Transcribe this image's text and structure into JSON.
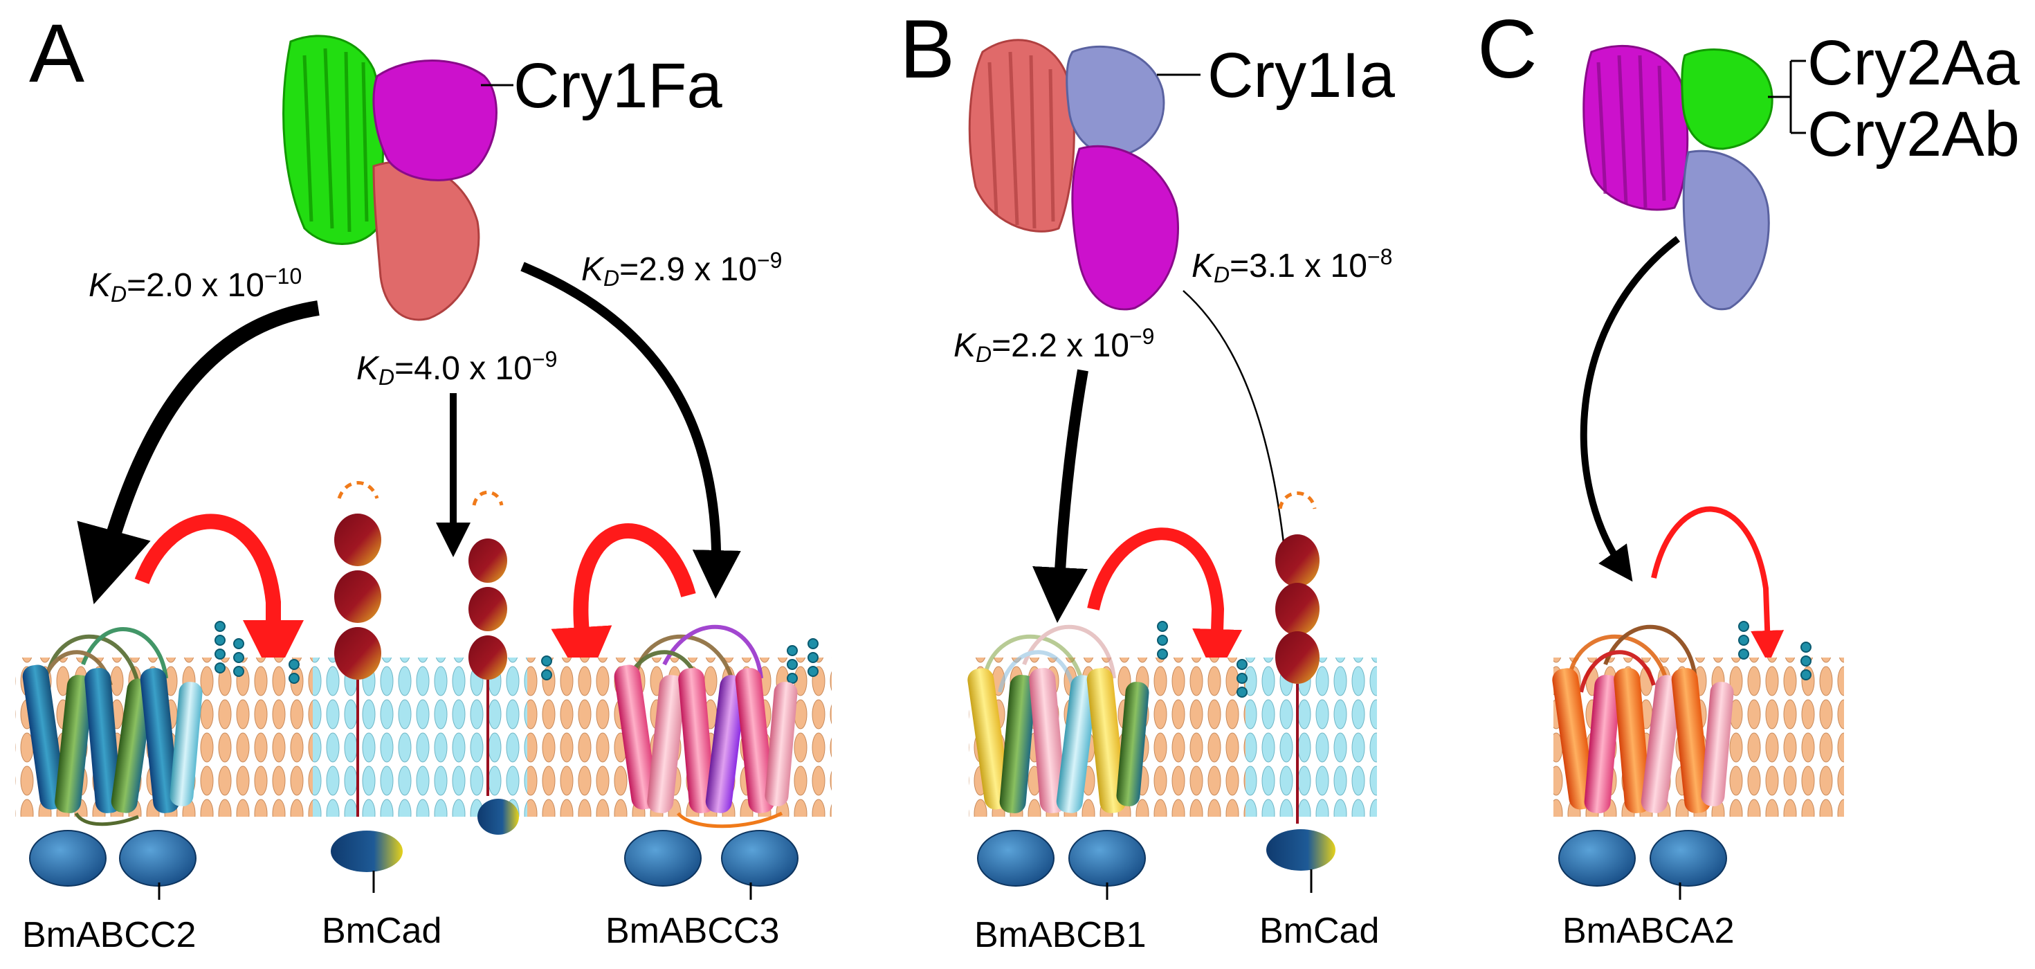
{
  "panels": [
    {
      "letter": "A",
      "toxin": "Cry1Fa",
      "bindings": [
        {
          "k": "K",
          "d": "D",
          "mid": "=2.0 x 10",
          "exp": "−10"
        },
        {
          "k": "K",
          "d": "D",
          "mid": "=4.0 x 10",
          "exp": "−9"
        },
        {
          "k": "K",
          "d": "D",
          "mid": "=2.9 x 10",
          "exp": "−9"
        }
      ],
      "receptors": [
        "BmABCC2",
        "BmCad",
        "BmABCC3"
      ]
    },
    {
      "letter": "B",
      "toxin": "Cry1Ia",
      "bindings": [
        {
          "k": "K",
          "d": "D",
          "mid": "=2.2 x 10",
          "exp": "−9"
        },
        {
          "k": "K",
          "d": "D",
          "mid": "=3.1 x 10",
          "exp": "−8"
        }
      ],
      "receptors": [
        "BmABCB1",
        "BmCad"
      ]
    },
    {
      "letter": "C",
      "toxins": [
        "Cry2Aa",
        "Cry2Ab"
      ],
      "receptors": [
        "BmABCA2"
      ]
    }
  ],
  "colors": {
    "binding_arrow": "#000000",
    "insertion_arrow": "#ff1a1a",
    "domain1_green": "#22dd11",
    "domain_magenta": "#cc11cc",
    "domain_salmon": "#e06a6a",
    "domain_lavender": "#8e95d0",
    "lipid_orange": "#f4b98a",
    "lipid_cyan": "#a8e4f0",
    "cadherin_red": "#9a0f1f",
    "nbd_blue": "#1e5a96"
  }
}
